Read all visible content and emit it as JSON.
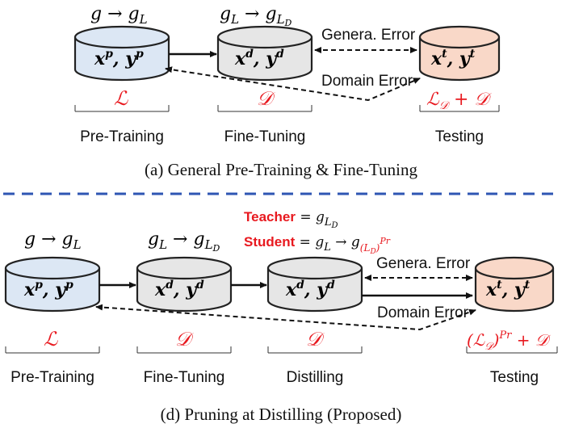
{
  "colors": {
    "pretrain_fill": "#dce7f4",
    "finetune_fill": "#e6e6e6",
    "test_fill": "#f9d8c8",
    "accent_red": "#e8191f",
    "dash_separator": "#2e56b3"
  },
  "panel_a": {
    "transform_pretrain": "g → g",
    "transform_pretrain_sub": "L",
    "transform_finetune": "g",
    "transform_finetune_sub": "L",
    "transform_finetune_arrow": " → g",
    "transform_finetune_sub2": "L",
    "transform_finetune_sub2b": "D",
    "cyl_pretrain": "x",
    "cyl_pretrain_sup": "p",
    "cyl_pretrain_y": ", y",
    "cyl_pretrain_ysup": "p",
    "cyl_finetune": "x",
    "cyl_finetune_sup": "d",
    "cyl_finetune_y": ", y",
    "cyl_finetune_ysup": "d",
    "cyl_test": "x",
    "cyl_test_sup": "t",
    "cyl_test_y": ", y",
    "cyl_test_ysup": "t",
    "genera_error": "Genera. Error",
    "domain_error": "Domain Error",
    "loss_pretrain": "ℒ",
    "loss_finetune": "𝒟",
    "loss_test": "ℒ",
    "loss_test_sub": "𝒟",
    "loss_test_plus": " + 𝒟",
    "stage_pretrain": "Pre-Training",
    "stage_finetune": "Fine-Tuning",
    "stage_test": "Testing",
    "caption": "(a)  General Pre-Training & Fine-Tuning"
  },
  "panel_d": {
    "teacher_label": "Teacher",
    "teacher_eq": " = g",
    "teacher_sub": "L",
    "teacher_sub2": "D",
    "student_label": "Student",
    "student_eq": " = g",
    "student_sub": "L",
    "student_arrow": " → g",
    "student_sub_expr": "(L",
    "student_sub_expr2": "D",
    "student_sub_expr3": ")",
    "student_sub_sup": "Pr",
    "transform_pretrain": "g → g",
    "transform_pretrain_sub": "L",
    "transform_finetune": "g",
    "transform_finetune_sub": "L",
    "transform_finetune_arrow": " → g",
    "transform_finetune_sub2": "L",
    "transform_finetune_sub2b": "D",
    "cyl_pretrain": "x",
    "cyl_pretrain_sup": "p",
    "cyl_pretrain_y": ", y",
    "cyl_pretrain_ysup": "p",
    "cyl_finetune": "x",
    "cyl_finetune_sup": "d",
    "cyl_finetune_y": ", y",
    "cyl_finetune_ysup": "d",
    "cyl_distill": "x",
    "cyl_distill_sup": "d",
    "cyl_distill_y": ", y",
    "cyl_distill_ysup": "d",
    "cyl_test": "x",
    "cyl_test_sup": "t",
    "cyl_test_y": ", y",
    "cyl_test_ysup": "t",
    "genera_error": "Genera. Error",
    "domain_error": "Domain Error",
    "loss_pretrain": "ℒ",
    "loss_finetune": "𝒟",
    "loss_distill": "𝒟",
    "loss_test_open": "(ℒ",
    "loss_test_sub": "𝒟",
    "loss_test_close": ")",
    "loss_test_sup": "Pr",
    "loss_test_plus": " + 𝒟",
    "stage_pretrain": "Pre-Training",
    "stage_finetune": "Fine-Tuning",
    "stage_distill": "Distilling",
    "stage_test": "Testing",
    "caption": "(d)  Pruning at Distilling (Proposed)"
  }
}
